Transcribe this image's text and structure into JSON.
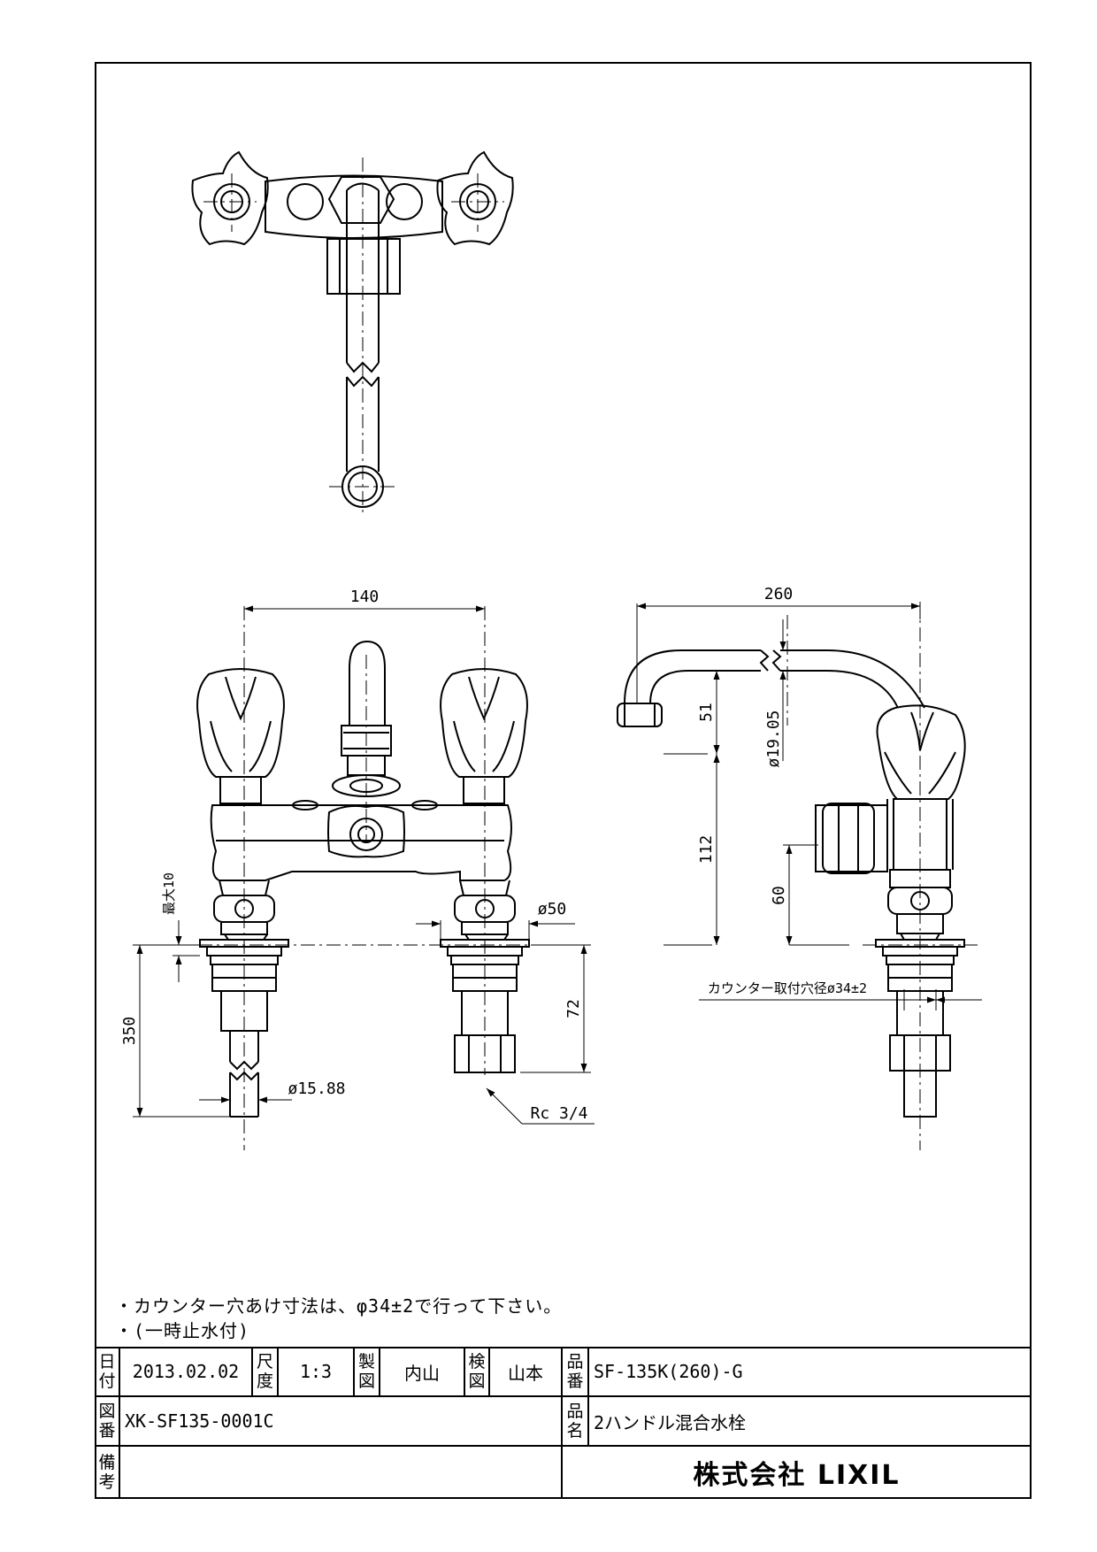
{
  "dimensions": {
    "d140": "140",
    "d260": "260",
    "d51": "51",
    "d1905": "ø19.05",
    "d112": "112",
    "d60": "60",
    "dmax10": "最大10",
    "d50": "ø50",
    "d350": "350",
    "d72": "72",
    "d1588": "ø15.88",
    "drc": "Rc 3/4",
    "counter_hole": "カウンター取付穴径ø34±2"
  },
  "notes": [
    "・カウンター穴あけ寸法は、φ34±2で行って下さい。",
    "・(一時止水付)"
  ],
  "title_block": {
    "date_label": [
      "日",
      "付"
    ],
    "date_value": "2013.02.02",
    "scale_label": [
      "尺",
      "度"
    ],
    "scale_value": "1:3",
    "drawn_label": [
      "製",
      "図"
    ],
    "drawn_value": "内山",
    "checked_label": [
      "検",
      "図"
    ],
    "checked_value": "山本",
    "part_no_label": [
      "品",
      "番"
    ],
    "part_no_value": "SF-135K(260)-G",
    "drawing_no_label": [
      "図",
      "番"
    ],
    "drawing_no_value": "XK-SF135-0001C",
    "product_label": [
      "品",
      "名"
    ],
    "product_value": "2ハンドル混合水栓",
    "remarks_label": [
      "備",
      "考"
    ],
    "remarks_value": "",
    "company": "株式会社 LIXIL"
  },
  "colors": {
    "line": "#000000",
    "background": "#ffffff"
  }
}
